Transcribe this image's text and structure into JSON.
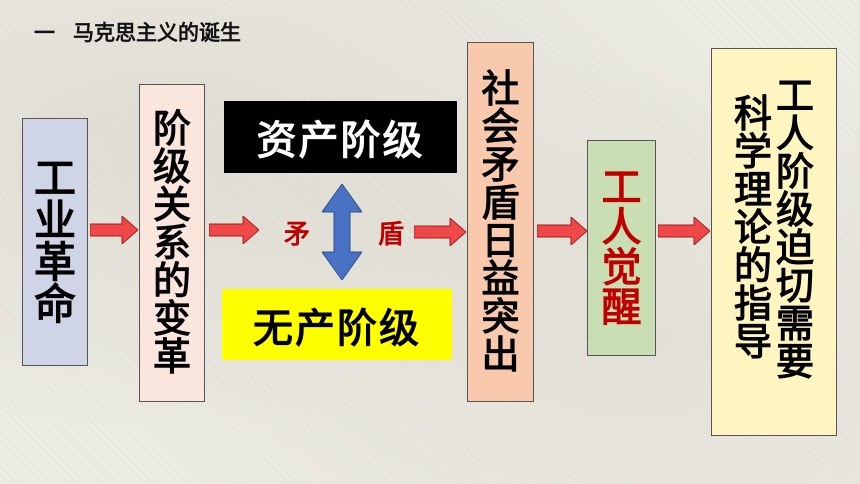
{
  "heading": {
    "number": "一",
    "title": "马克思主义的诞生"
  },
  "boxes": {
    "industry": [
      "工",
      "业",
      "革",
      "命"
    ],
    "class_change": [
      "阶",
      "级",
      "关",
      "系",
      "的",
      "变",
      "革"
    ],
    "social": [
      "社",
      "会",
      "矛",
      "盾",
      "日",
      "益",
      "突",
      "出"
    ],
    "worker": [
      "工",
      "人",
      "觉",
      "醒"
    ],
    "theory_right": [
      "工",
      "人",
      "阶",
      "级",
      "迫",
      "切",
      "需",
      "要"
    ],
    "theory_left": [
      "科",
      "学",
      "理",
      "论",
      "的",
      "指",
      "导"
    ]
  },
  "classes": {
    "bourgeois": "资产阶级",
    "proletariat": "无产阶级"
  },
  "contradiction": {
    "left": "矛",
    "right": "盾"
  },
  "colors": {
    "arrow_red": "#f04848",
    "double_arrow_blue": "#4a72c4",
    "worker_text": "#c00000",
    "contradiction_text": "#c00000"
  }
}
